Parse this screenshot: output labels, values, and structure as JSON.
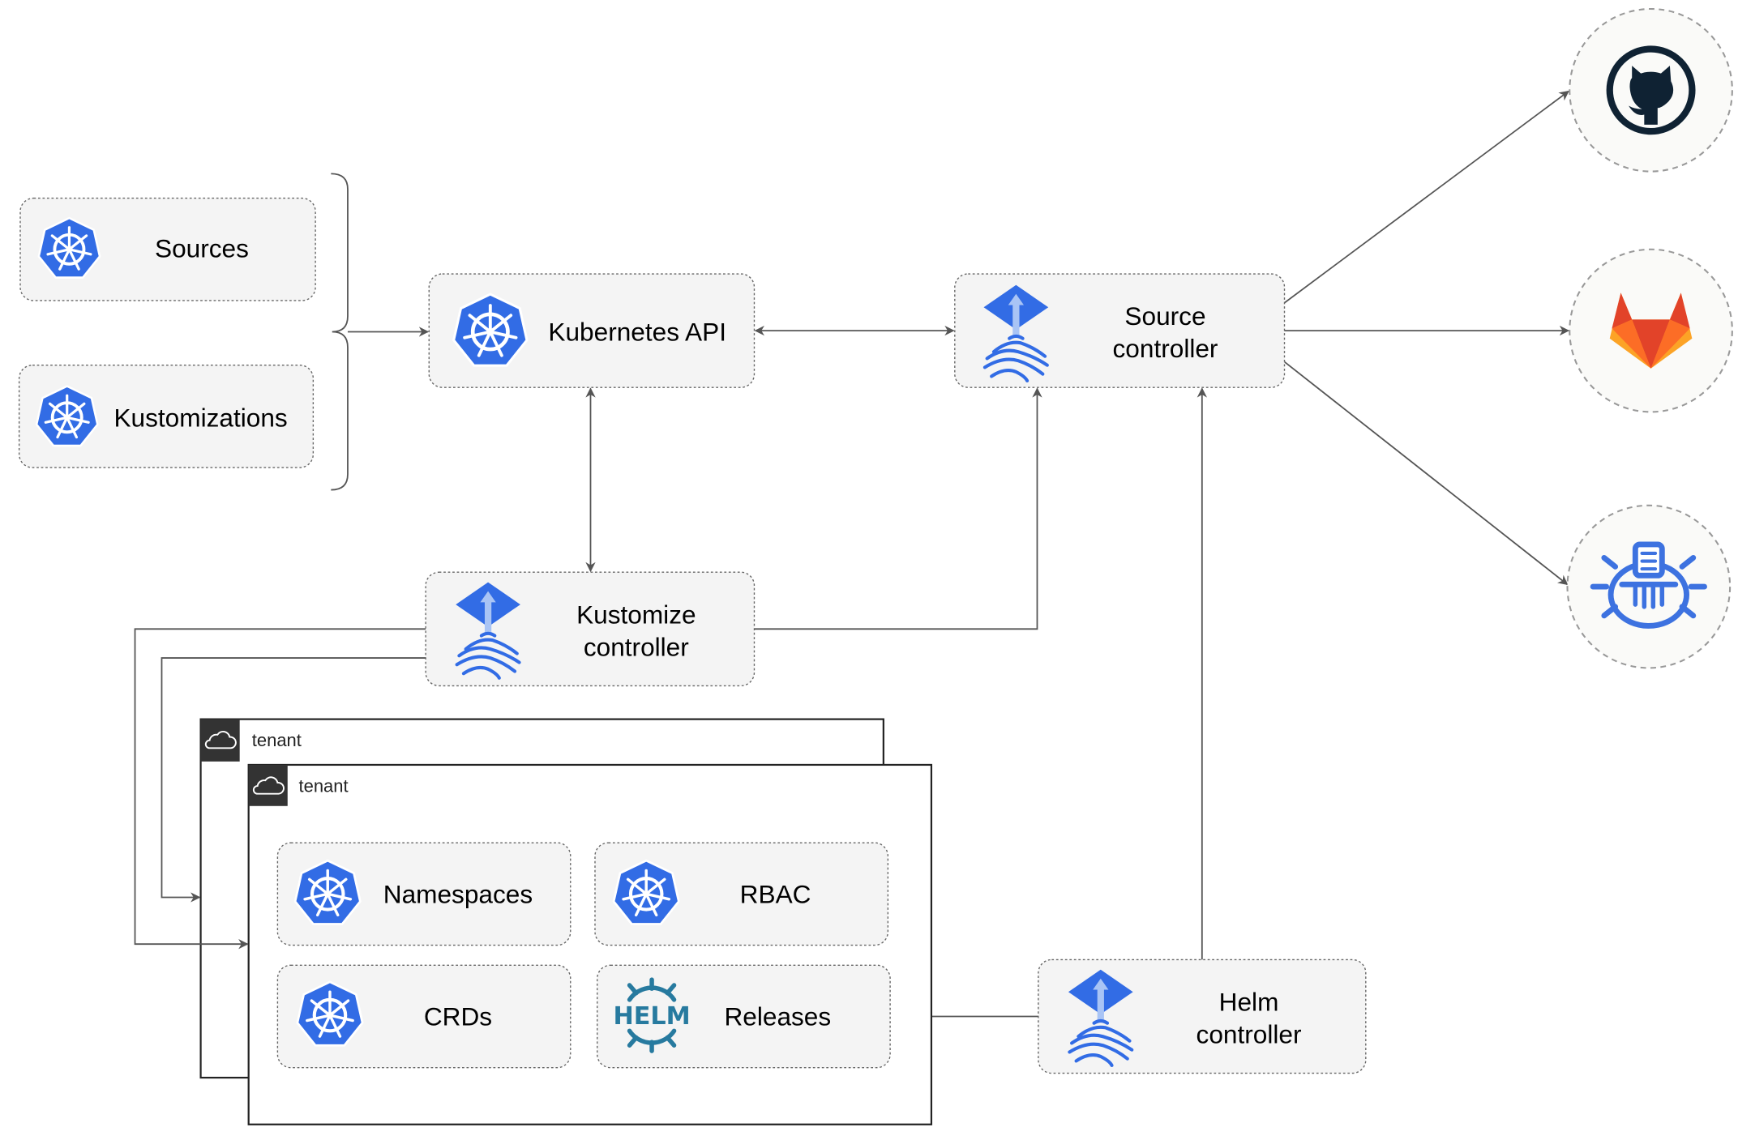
{
  "colors": {
    "kubernetes_blue": "#326ce5",
    "flux_light": "#a9c4f5",
    "helm_blue": "#277a9f",
    "github_dark": "#0f2233",
    "gitlab_orange": "#e24329",
    "gitlab_light": "#fca326",
    "bucket_blue": "#3d72e0",
    "tenant_header": "#333333"
  },
  "inputs": {
    "sources": {
      "label": "Sources",
      "icon": "kubernetes-icon"
    },
    "kustomizations": {
      "label": "Kustomizations",
      "icon": "kubernetes-icon"
    }
  },
  "kubernetes_api": {
    "label": "Kubernetes API",
    "icon": "kubernetes-icon"
  },
  "source_controller": {
    "line1": "Source",
    "line2": "controller",
    "icon": "flux-icon"
  },
  "kustomize_controller": {
    "line1": "Kustomize",
    "line2": "controller",
    "icon": "flux-icon"
  },
  "helm_controller": {
    "line1": "Helm",
    "line2": "controller",
    "icon": "flux-icon"
  },
  "repositories": [
    {
      "icon": "github-icon"
    },
    {
      "icon": "gitlab-icon"
    },
    {
      "icon": "bucket-icon"
    }
  ],
  "tenants": [
    {
      "label": "tenant",
      "icon": "cloud-icon"
    },
    {
      "label": "tenant",
      "icon": "cloud-icon"
    }
  ],
  "tenant_resources": {
    "namespaces": {
      "label": "Namespaces",
      "icon": "kubernetes-icon"
    },
    "rbac": {
      "label": "RBAC",
      "icon": "kubernetes-icon"
    },
    "crds": {
      "label": "CRDs",
      "icon": "kubernetes-icon"
    },
    "releases": {
      "label": "Releases",
      "icon": "helm-icon",
      "logo_text": "HELM"
    }
  }
}
